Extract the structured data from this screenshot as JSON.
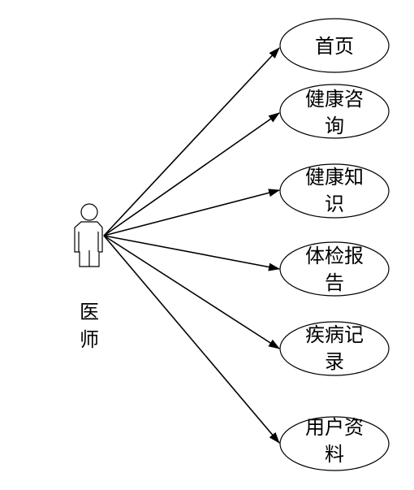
{
  "actor": {
    "name_line1": "医",
    "name_line2": "师"
  },
  "use_cases": [
    {
      "line1": "首页",
      "line2": ""
    },
    {
      "line1": "健康咨",
      "line2": "询"
    },
    {
      "line1": "健康知",
      "line2": "识"
    },
    {
      "line1": "体检报",
      "line2": "告"
    },
    {
      "line1": "疾病记",
      "line2": "录"
    },
    {
      "line1": "用户资",
      "line2": "料"
    }
  ],
  "colors": {
    "stroke": "#000000",
    "background": "#ffffff"
  }
}
